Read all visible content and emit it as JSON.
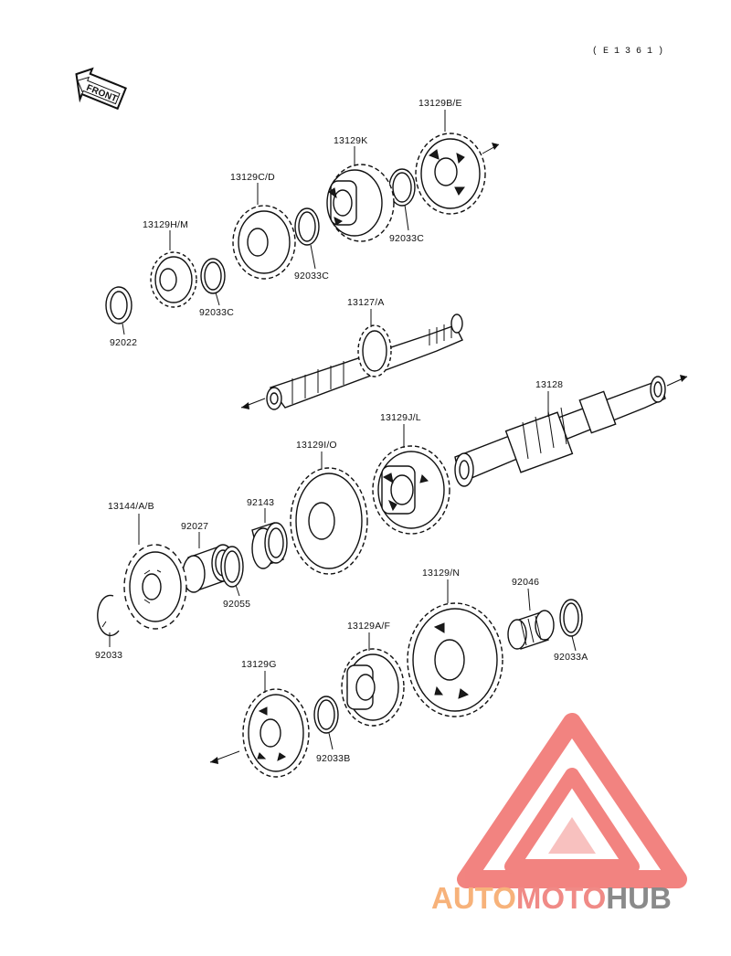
{
  "reference_code": "( E 1 3 6 1 )",
  "front_badge": "FRONT",
  "part_labels": {
    "p13129BE": "13129B/E",
    "p13129K": "13129K",
    "p13129CD": "13129C/D",
    "p92033C_1": "92033C",
    "p92033C_2": "92033C",
    "p92033C_3": "92033C",
    "p13129HM": "13129H/M",
    "p92022": "92022",
    "p13127A": "13127/A",
    "p13128": "13128",
    "p13129JL": "13129J/L",
    "p13129IO": "13129I/O",
    "p92143": "92143",
    "p92027": "92027",
    "p13144AB": "13144/A/B",
    "p92055": "92055",
    "p92033": "92033",
    "p13129N": "13129/N",
    "p92046": "92046",
    "p92033A": "92033A",
    "p13129AF": "13129A/F",
    "p13129G": "13129G",
    "p92033B": "92033B"
  },
  "watermark": {
    "part1": "AUTO",
    "part2": "MOTO",
    "part3": "HUB",
    "color1": "#f7b27a",
    "color2": "#f08a86",
    "color3": "#8a8a8a",
    "logo_color": "#f06e6a"
  }
}
